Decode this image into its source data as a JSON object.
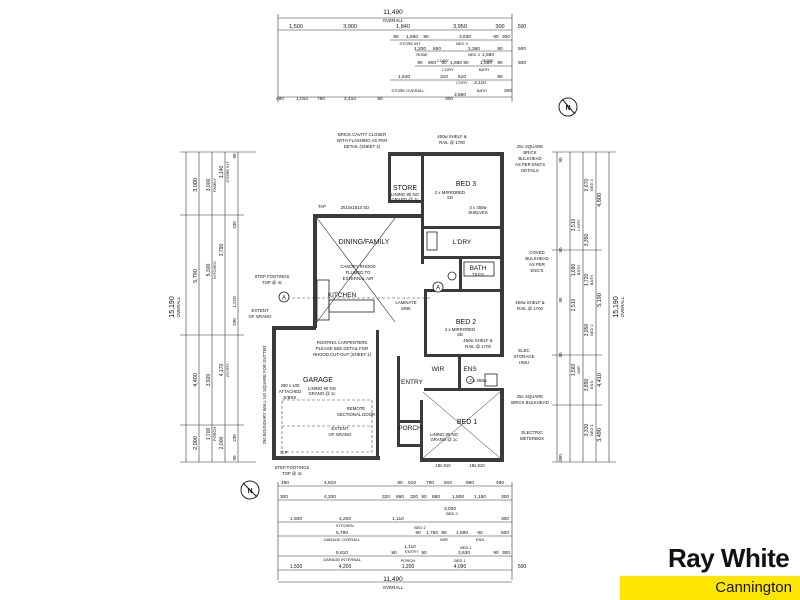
{
  "dimensions": {
    "top": {
      "overall": "11,490",
      "overall_label": "OVERALL",
      "r1": [
        "1,500",
        "3,900",
        "1,840",
        "3,950",
        "300"
      ],
      "r1_extra": [
        "500"
      ],
      "r2": [
        "90",
        "1,560",
        "90",
        "3,630",
        "90",
        "300"
      ],
      "r2_label": [
        "STORE INT",
        "BED 3"
      ],
      "r3": [
        "1,200",
        "650",
        "2,360",
        "1,580",
        "90",
        "500"
      ],
      "r3_label": [
        "ROBE",
        "BED 3",
        "L'DRY",
        "ROBE"
      ],
      "r4": [
        "90",
        "900",
        "90",
        "1,680",
        "90",
        "1,590",
        "90",
        "500"
      ],
      "r4_label": [
        "L'DRY",
        "BATH"
      ],
      "r5": [
        "1,640",
        "310",
        "610",
        "3,110",
        "3,560",
        "90",
        "300"
      ],
      "r5_label": [
        "STORE OVERALL",
        "L'DRY",
        "BATH"
      ],
      "r6": [
        "490",
        "1,010",
        "790",
        "2,410",
        "90",
        "300"
      ]
    },
    "bottom": {
      "r1": [
        "490",
        "4,810",
        "90",
        "910",
        "790",
        "910",
        "890",
        "490"
      ],
      "r2": [
        "300",
        "4,200",
        "320",
        "880",
        "320",
        "90",
        "880",
        "1,500",
        "1,150",
        "300"
      ],
      "r3": [
        "1,500",
        "4,200",
        "1,110",
        "3,030",
        "300"
      ],
      "r3_label": [
        "KITCHEN",
        "BED 2"
      ],
      "r4": [
        "5,790",
        "90",
        "1,780",
        "90",
        "1,590",
        "90",
        "500"
      ],
      "r4_label": [
        "GARAGE OVERALL",
        "BED 2",
        "WIR",
        "ENS"
      ],
      "r5": [
        "5,610",
        "90",
        "1,110",
        "90",
        "3,630",
        "90",
        "300"
      ],
      "r5_label": [
        "GARAGE INTERNAL",
        "ENTRY",
        "BED 1"
      ],
      "r6": [
        "1,500",
        "4,200",
        "1,200",
        "4,090",
        "500"
      ],
      "r6_label": [
        "PORCH",
        "BED 1"
      ],
      "overall": "11,490",
      "overall_label": "OVERALL"
    },
    "left": {
      "overall": "15,190",
      "overall_label": "OVERALL",
      "a": [
        "3,000",
        "5,790",
        "4,400",
        "2,000"
      ],
      "b": [
        "3,000",
        "5,300",
        "3,920",
        "1,700"
      ],
      "b_label": [
        "FAMILY",
        "KITCHEN",
        "PORCH"
      ],
      "c": [
        "1,140",
        "3,790",
        "4,170",
        "2,000"
      ],
      "c_label": [
        "STORE INT",
        "ENTRY"
      ],
      "d": [
        "90",
        "230",
        "1,210",
        "230",
        "230",
        "90"
      ]
    },
    "right": {
      "overall": "15,190",
      "overall_label": "OVERALL",
      "a": [
        "4,800",
        "5,190",
        "4,410",
        "3,490"
      ],
      "b": [
        "2,670",
        "3,350",
        "1,720",
        "3,950",
        "3,890",
        "3,330"
      ],
      "b_label": [
        "BED 3",
        "BATH",
        "BED 2",
        "ENS",
        "BED 1"
      ],
      "c": [
        "3,510",
        "1,680",
        "2,510",
        "1,560"
      ],
      "c_label": [
        "L'DRY",
        "BATH",
        "WIR"
      ],
      "d": [
        "90",
        "90",
        "90",
        "90",
        "300"
      ]
    }
  },
  "rooms": {
    "store": "STORE",
    "bed3": "BED 3",
    "ldry": "L'DRY",
    "bath": "BATH",
    "dining": "DINING/FAMILY",
    "kitchen": "KITCHEN",
    "bed2": "BED 2",
    "wir": "WIR",
    "ens": "ENS",
    "garage": "GARAGE",
    "entry": "ENTRY",
    "porch": "PORCH",
    "bed1": "BED 1"
  },
  "notes": {
    "brick_cavity": [
      "BRICK CAVITY CLOSER",
      "WITH FLASHING AS PER",
      "DETAIL (SHEET 2)"
    ],
    "shelf_bed3": [
      "450w SHELF &",
      "RAIL @ 1700"
    ],
    "bulkhead_top": [
      "25c SQUARE",
      "BRICK",
      "BULKHEAD",
      "AS PER ENG'S",
      "DETAILS"
    ],
    "store_lining": [
      "LINING 90 NO",
      "GRANO @ 1c"
    ],
    "mirrored_bed3": [
      "2 x MIRRORED",
      "SD"
    ],
    "shelves_bed3": [
      "3 x 450w",
      "SHELVES"
    ],
    "coved_bulkhead": [
      "COVED",
      "BULKHEAD",
      "AS PER",
      "ENG'S"
    ],
    "ldry_tiles": "TILES",
    "canopy": [
      "CANOPY RHOOD",
      "FLUMED TO",
      "EXTERNAL AIR"
    ],
    "laminate": [
      "LAMINATE",
      "SINK"
    ],
    "shelf_bed2": [
      "450w SHELF &",
      "RAIL @ 1700"
    ],
    "mirrored_bed2": [
      "2 x MIRRORED",
      "SD"
    ],
    "shelf_wir": [
      "450w SHELF &",
      "RAIL @ 1700"
    ],
    "elec_storage": [
      "ELEC",
      "STORAGE",
      "HWU"
    ],
    "roofing": [
      "ROOFING CARPENTERS",
      "PLEASE SEE DETAIL FOR",
      "RHOOD CUT-OUT (SHEET 1)"
    ],
    "attached_ebrk": [
      "290 x 100",
      "ATTACHED",
      "E/BRK"
    ],
    "garage_lining": [
      "LINING 90 NO",
      "GRANO @ 1c"
    ],
    "remote_door": [
      "REMOTE",
      "SECTIONAL DOOR"
    ],
    "extent_grano_g": [
      "EXTENT",
      "OF GRANO"
    ],
    "extent_grano_left": [
      "EXTENT",
      "OF GRANO"
    ],
    "step_top": [
      "STEP FOOTINGS",
      "TOP @ 4c"
    ],
    "step_bottom": [
      "STEP FOOTINGS",
      "TOP @ 4c"
    ],
    "bulkhead_bed1": [
      "25c SQUARE",
      "BRICK BULKHEAD"
    ],
    "bed1_lining": [
      "LINING 90 NO",
      "GRANO @ 1c"
    ],
    "meterbox": [
      "ELECTRIC",
      "METERBOX"
    ],
    "boundary_wall": "290 BOUNDARY WALL NO SQUARE FOR GUTTER",
    "window_top": "2510x1810 SD",
    "window_bed1_l": "18s 910",
    "window_bed1_r": "18s 910",
    "dp": "D.P",
    "tap": "TAP",
    "ens_small": "2 x 450w"
  },
  "markers": {
    "section": "A",
    "north_top": "N",
    "north_bottom": "N"
  },
  "branding": {
    "name": "Ray White",
    "location": "Cannington",
    "colors": {
      "bar": "#ffe600",
      "text": "#111111"
    }
  }
}
